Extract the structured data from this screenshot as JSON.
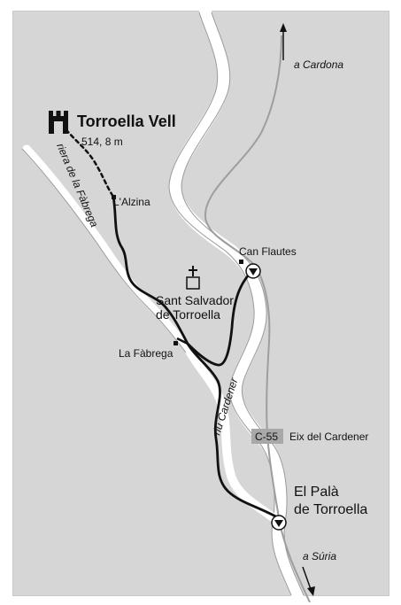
{
  "map": {
    "labels": {
      "castle": "Torroella Vell",
      "elevation": "514, 8 m",
      "alzina": "L'Alzina",
      "stream": "riera de la Fàbrega",
      "can_flautes": "Can Flautes",
      "sanctuary_line1": "Sant Salvador",
      "sanctuary_line2": "de Torroella",
      "fabrega": "La Fàbrega",
      "river": "riu Cardener",
      "road_code": "C-55",
      "road_name": "Eix del Cardener",
      "town_line1": "El Palà",
      "town_line2": "de Torroella",
      "to_north": "a Cardona",
      "to_south": "a Súria"
    },
    "icons": {
      "castle": "castle-icon",
      "church": "church-cross-icon",
      "north_arrow": "arrow-up-icon",
      "south_arrow": "arrow-down-icon",
      "parking_top": "triangle-down-marker-icon",
      "parking_bottom": "triangle-down-marker-icon"
    },
    "colors": {
      "background": "#d6d6d6",
      "route": "#111111",
      "river": "#ffffff",
      "road": "#9e9e9e",
      "road_badge": "#a8a8a8"
    }
  }
}
